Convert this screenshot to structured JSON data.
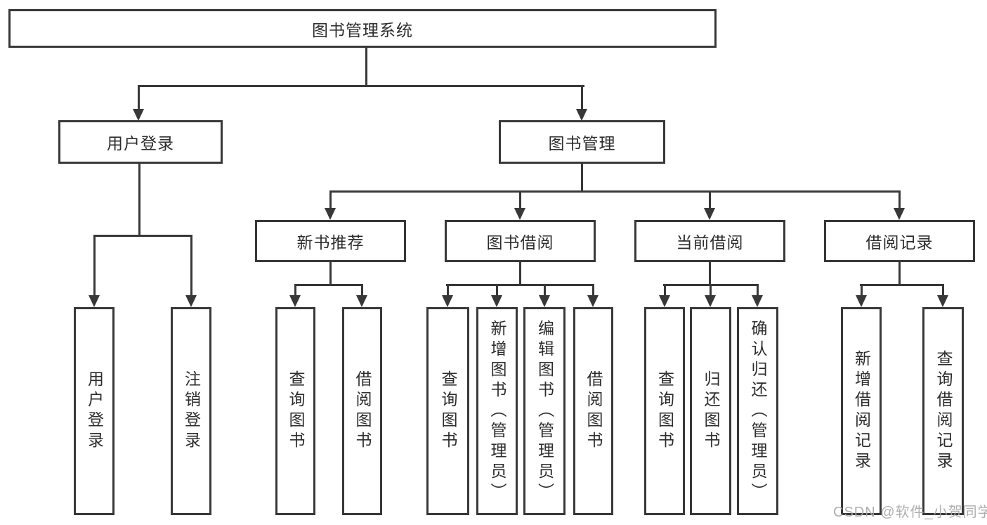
{
  "colors": {
    "line": "#383838",
    "text": "#2d2d2d",
    "background": "#ffffff",
    "watermark": "#a8a8a8"
  },
  "watermark": {
    "text": "CSDN @软件_小贺同学"
  },
  "tree": {
    "label": "图书管理系统",
    "children": [
      {
        "label": "用户登录",
        "children": [
          {
            "label": "用户登录"
          },
          {
            "label": "注销登录"
          }
        ]
      },
      {
        "label": "图书管理",
        "children": [
          {
            "label": "新书推荐",
            "children": [
              {
                "label": "查询图书"
              },
              {
                "label": "借阅图书"
              }
            ]
          },
          {
            "label": "图书借阅",
            "children": [
              {
                "label": "查询图书"
              },
              {
                "label": "新增图书（管理员）"
              },
              {
                "label": "编辑图书（管理员）"
              },
              {
                "label": "借阅图书"
              }
            ]
          },
          {
            "label": "当前借阅",
            "children": [
              {
                "label": "查询图书"
              },
              {
                "label": "归还图书"
              },
              {
                "label": "确认归还（管理员）"
              }
            ]
          },
          {
            "label": "借阅记录",
            "children": [
              {
                "label": "新增借阅记录"
              },
              {
                "label": "查询借阅记录"
              }
            ]
          }
        ]
      }
    ]
  }
}
